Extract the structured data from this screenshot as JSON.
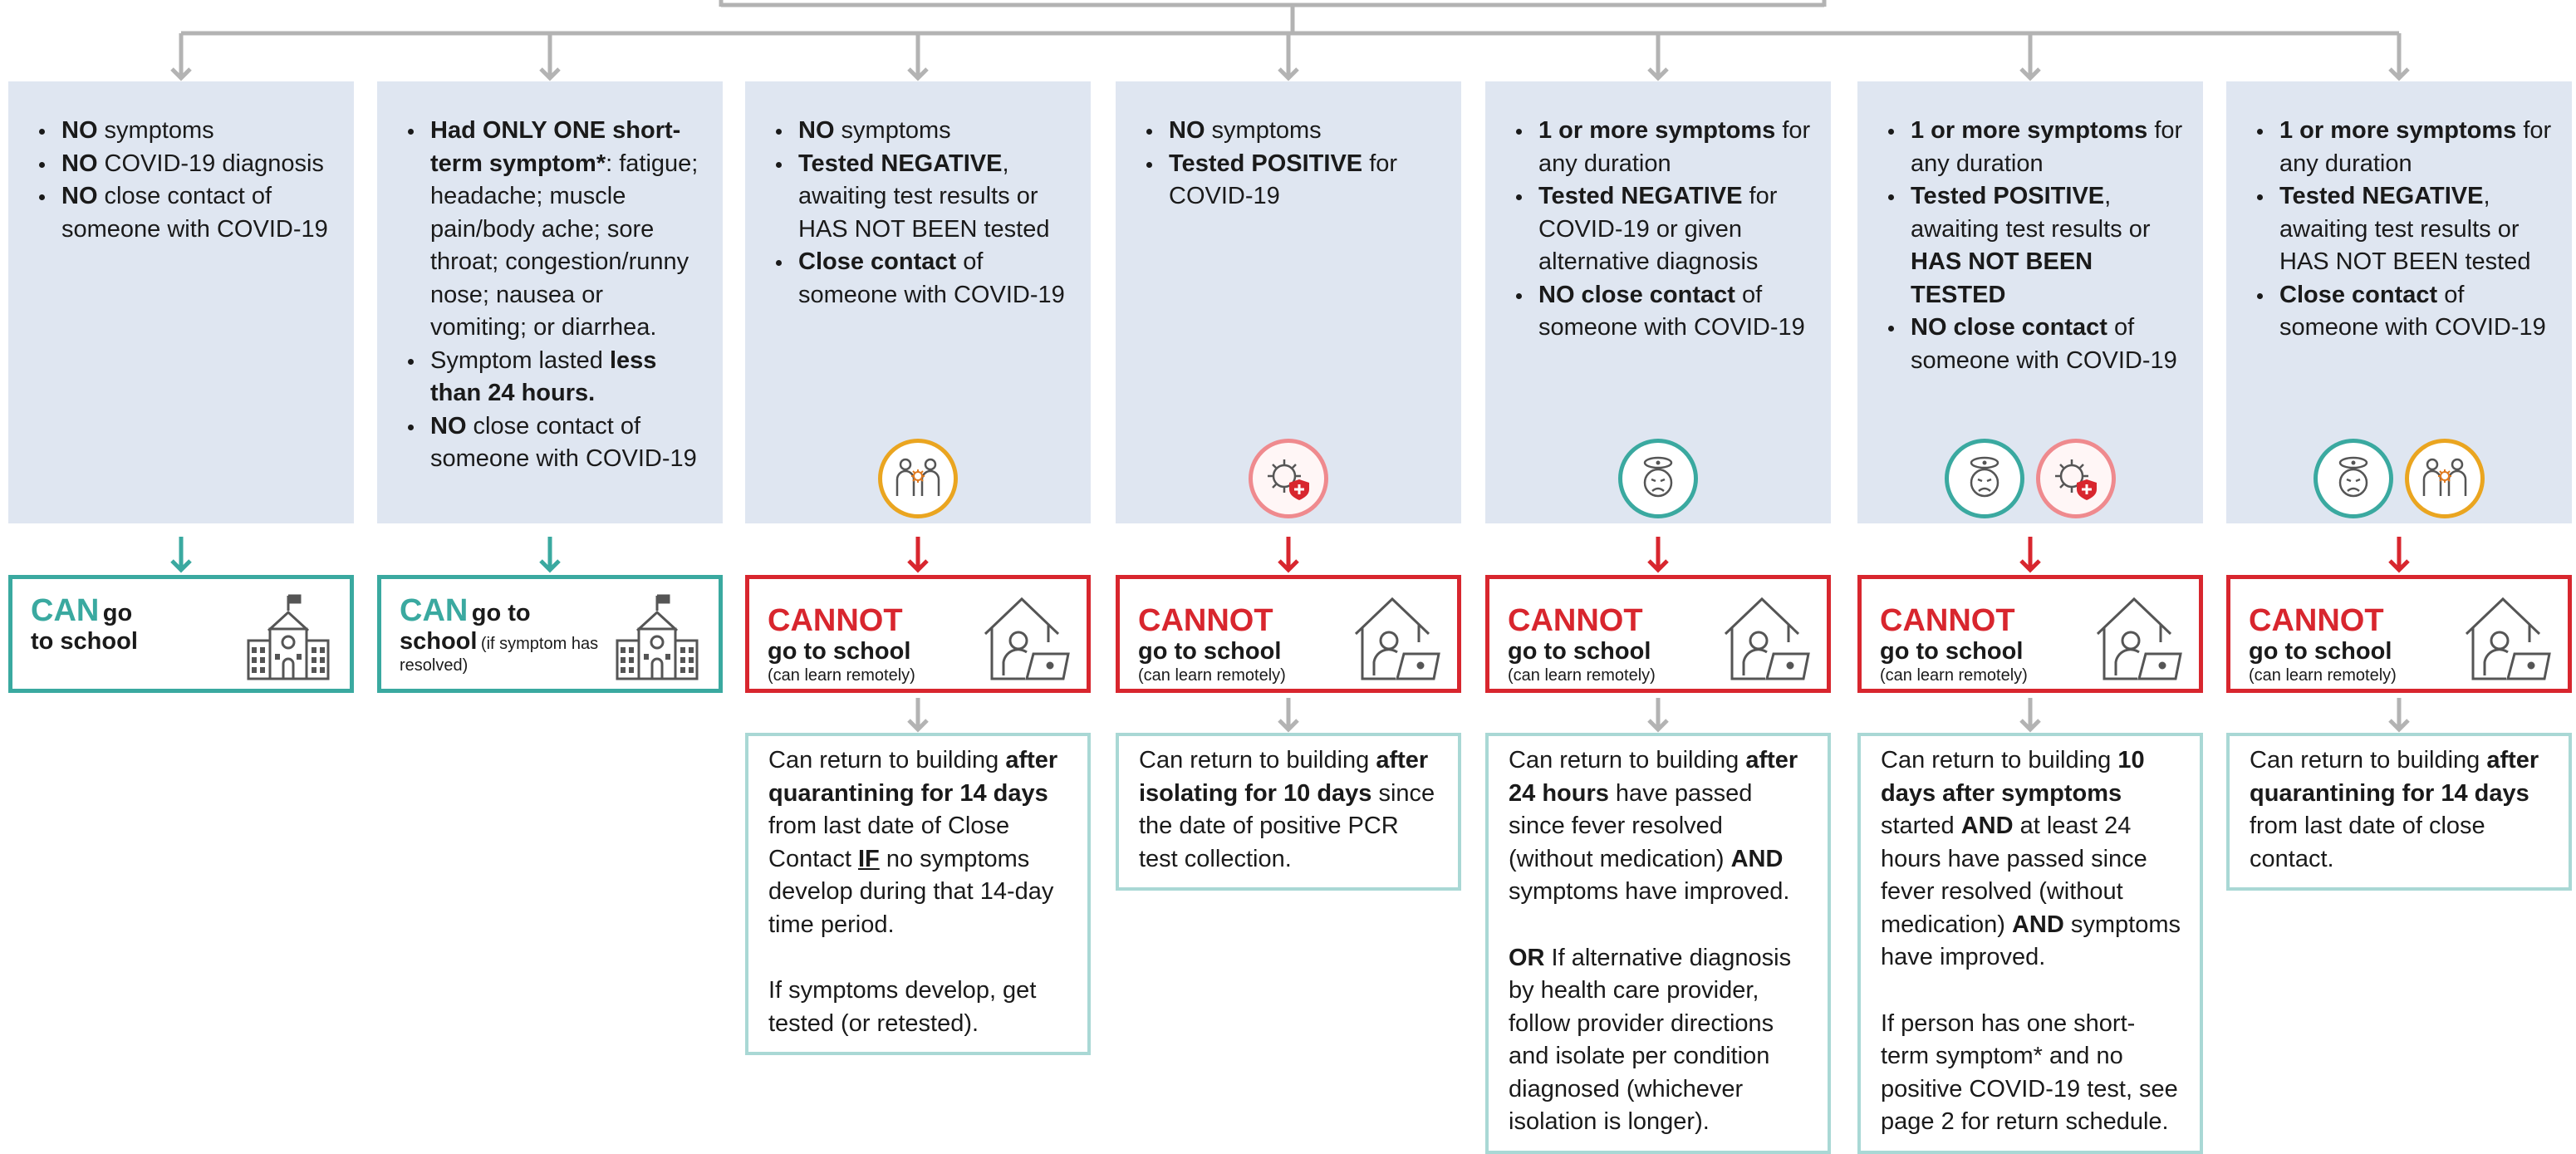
{
  "colors": {
    "connector": "#b3b3b3",
    "condition_box": "#dfe6f1",
    "can_teal": "#3aa9a0",
    "cannot_red": "#d8262e",
    "return_border": "#a9d8d5",
    "exposure_icon": "#eaa520",
    "positive_icon": "#ef8a8e"
  },
  "columns": [
    {
      "conditions": [
        [
          {
            "b": "NO"
          },
          {
            "t": " symptoms"
          }
        ],
        [
          {
            "b": "NO"
          },
          {
            "t": " COVID-19 diagnosis"
          }
        ],
        [
          {
            "b": "NO"
          },
          {
            "t": " close contact of someone with COVID-19"
          }
        ]
      ],
      "icons": [],
      "result": {
        "status": "can",
        "big": "CAN",
        "line1": "go",
        "line2": "to school",
        "note": ""
      },
      "return_text": null
    },
    {
      "conditions": [
        [
          {
            "b": "Had ONLY ONE short-term symptom*"
          },
          {
            "t": ": fatigue; headache; muscle pain/body ache; sore throat; congestion/runny nose; nausea or vomiting; or diarrhea."
          }
        ],
        [
          {
            "t": "Symptom lasted "
          },
          {
            "b": "less than 24 hours."
          }
        ],
        [
          {
            "b": "NO"
          },
          {
            "t": " close contact of someone with COVID-19"
          }
        ]
      ],
      "icons": [],
      "result": {
        "status": "can",
        "big": "CAN",
        "line1": "go to",
        "line2": "school",
        "note": "(if symptom has resolved)"
      },
      "return_text": null
    },
    {
      "conditions": [
        [
          {
            "b": "NO"
          },
          {
            "t": " symptoms"
          }
        ],
        [
          {
            "b": "Tested NEGATIVE"
          },
          {
            "t": ", awaiting test results or HAS NOT BEEN tested"
          }
        ],
        [
          {
            "b": "Close contact"
          },
          {
            "t": " of someone with COVID-19"
          }
        ]
      ],
      "icons": [
        "exposure-icon"
      ],
      "result": {
        "status": "cannot",
        "big": "CANNOT",
        "line1": "go to school",
        "line2": "",
        "note": "(can learn remotely)"
      },
      "return_text": [
        [
          {
            "t": "Can return to building "
          },
          {
            "b": "after quarantining for 14 days"
          },
          {
            "t": " from last date of Close Contact "
          },
          {
            "bu": "IF"
          },
          {
            "t": " no symptoms develop during that 14-day time period."
          }
        ],
        [
          {
            "t": "If symptoms develop, get tested (or retested)."
          }
        ]
      ]
    },
    {
      "conditions": [
        [
          {
            "b": "NO"
          },
          {
            "t": " symptoms"
          }
        ],
        [
          {
            "b": "Tested POSITIVE"
          },
          {
            "t": " for COVID-19"
          }
        ]
      ],
      "icons": [
        "positive-test-icon"
      ],
      "result": {
        "status": "cannot",
        "big": "CANNOT",
        "line1": "go to school",
        "line2": "",
        "note": "(can learn remotely)"
      },
      "return_text": [
        [
          {
            "t": "Can return to building "
          },
          {
            "b": "after isolating for 10 days"
          },
          {
            "t": " since the date of positive PCR test collection."
          }
        ]
      ]
    },
    {
      "conditions": [
        [
          {
            "b": "1 or more symptoms"
          },
          {
            "t": " for any duration"
          }
        ],
        [
          {
            "b": "Tested NEGATIVE"
          },
          {
            "t": " for COVID-19 or given alternative diagnosis"
          }
        ],
        [
          {
            "b": "NO close contact"
          },
          {
            "t": " of someone with COVID-19"
          }
        ]
      ],
      "icons": [
        "symptoms-icon"
      ],
      "result": {
        "status": "cannot",
        "big": "CANNOT",
        "line1": "go to school",
        "line2": "",
        "note": "(can learn remotely)"
      },
      "return_text": [
        [
          {
            "t": "Can return to building "
          },
          {
            "b": "after 24 hours"
          },
          {
            "t": " have passed since fever resolved (without medication) "
          },
          {
            "b": "AND"
          },
          {
            "t": " symptoms have improved."
          }
        ],
        [
          {
            "b": "OR"
          },
          {
            "t": " If alternative diagnosis by health care provider, follow provider directions and isolate per condition diagnosed (whichever isolation is longer)."
          }
        ]
      ]
    },
    {
      "conditions": [
        [
          {
            "b": "1 or more symptoms"
          },
          {
            "t": " for any duration"
          }
        ],
        [
          {
            "b": "Tested POSITIVE"
          },
          {
            "t": ", awaiting test results or "
          },
          {
            "b": "HAS NOT BEEN TESTED"
          }
        ],
        [
          {
            "b": "NO close contact"
          },
          {
            "t": " of someone with COVID-19"
          }
        ]
      ],
      "icons": [
        "symptoms-icon",
        "positive-test-icon"
      ],
      "result": {
        "status": "cannot",
        "big": "CANNOT",
        "line1": "go to school",
        "line2": "",
        "note": "(can learn remotely)"
      },
      "return_text": [
        [
          {
            "t": "Can return to building "
          },
          {
            "b": "10 days after symptoms"
          },
          {
            "t": " started "
          },
          {
            "b": "AND"
          },
          {
            "t": " at least 24 hours have passed since fever resolved (without medication) "
          },
          {
            "b": "AND"
          },
          {
            "t": " symptoms have improved."
          }
        ],
        [
          {
            "t": "If person has one short-term symptom* and no positive COVID-19 test, see page 2 for return schedule."
          }
        ]
      ]
    },
    {
      "conditions": [
        [
          {
            "b": "1 or more symptoms"
          },
          {
            "t": " for any duration"
          }
        ],
        [
          {
            "b": "Tested NEGATIVE"
          },
          {
            "t": ", awaiting test results or HAS NOT BEEN tested"
          }
        ],
        [
          {
            "b": "Close contact"
          },
          {
            "t": " of someone with COVID-19"
          }
        ]
      ],
      "icons": [
        "symptoms-icon",
        "exposure-icon"
      ],
      "result": {
        "status": "cannot",
        "big": "CANNOT",
        "line1": "go to school",
        "line2": "",
        "note": "(can learn remotely)"
      },
      "return_text": [
        [
          {
            "t": "Can return to building "
          },
          {
            "b": "after quarantining for 14 days"
          },
          {
            "t": " from last date of close contact."
          }
        ]
      ]
    }
  ]
}
